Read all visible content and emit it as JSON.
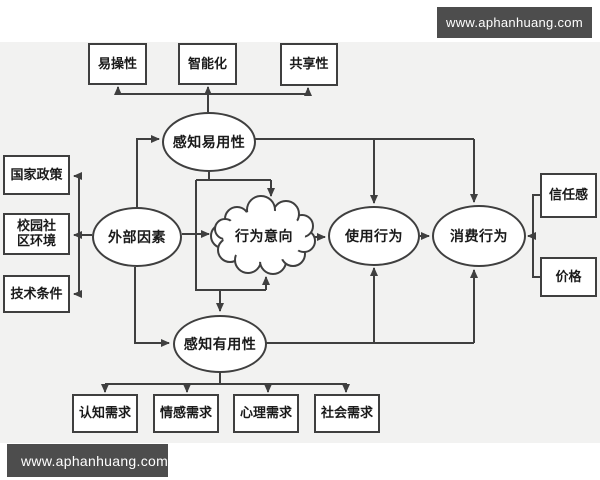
{
  "watermarks": {
    "top_right": "www.aphanhuang.com",
    "bottom_left": "www.aphanhuang.com"
  },
  "colors": {
    "panel_bg": "#f2f2f1",
    "line": "#3f3f3f",
    "node_bg": "#ffffff",
    "text": "#1a1a1a",
    "watermark_bg": "#4d4d4d",
    "watermark_text": "#ffffff"
  },
  "diagram": {
    "nodes": {
      "yicaoxing": {
        "label": "易操性",
        "shape": "rect"
      },
      "zhinenghua": {
        "label": "智能化",
        "shape": "rect"
      },
      "gongxiangxing": {
        "label": "共享性",
        "shape": "rect"
      },
      "guojiazhengce": {
        "label": "国家政策",
        "shape": "rect"
      },
      "xiaoyuanshequ": {
        "label": "校园社区环境",
        "shape": "rect"
      },
      "jishutiaojian": {
        "label": "技术条件",
        "shape": "rect"
      },
      "ganzhiyiyongxing": {
        "label": "感知易用性",
        "shape": "ellipse"
      },
      "waibuyinsu": {
        "label": "外部因素",
        "shape": "ellipse"
      },
      "xingweiyixiang": {
        "label": "行为意向",
        "shape": "cloud"
      },
      "shiyongxingwei": {
        "label": "使用行为",
        "shape": "ellipse"
      },
      "xiaofeixingwei": {
        "label": "消费行为",
        "shape": "ellipse"
      },
      "ganzhiyouyongxing": {
        "label": "感知有用性",
        "shape": "ellipse"
      },
      "xinrengan": {
        "label": "信任感",
        "shape": "rect"
      },
      "jiage": {
        "label": "价格",
        "shape": "rect"
      },
      "renzhixuqiu": {
        "label": "认知需求",
        "shape": "rect"
      },
      "qingganxuqiu": {
        "label": "情感需求",
        "shape": "rect"
      },
      "xinlixuqiu": {
        "label": "心理需求",
        "shape": "rect"
      },
      "shehuixuqiu": {
        "label": "社会需求",
        "shape": "rect"
      }
    },
    "edges": [
      {
        "from": "ganzhiyiyongxing",
        "to": "yicaoxing"
      },
      {
        "from": "ganzhiyiyongxing",
        "to": "zhinenghua"
      },
      {
        "from": "ganzhiyiyongxing",
        "to": "gongxiangxing"
      },
      {
        "from": "waibuyinsu",
        "to": "guojiazhengce"
      },
      {
        "from": "waibuyinsu",
        "to": "xiaoyuanshequ"
      },
      {
        "from": "waibuyinsu",
        "to": "jishutiaojian"
      },
      {
        "from": "waibuyinsu",
        "to": "ganzhiyiyongxing"
      },
      {
        "from": "waibuyinsu",
        "to": "ganzhiyouyongxing"
      },
      {
        "from": "waibuyinsu",
        "to": "xingweiyixiang"
      },
      {
        "from": "ganzhiyiyongxing",
        "to": "xingweiyixiang"
      },
      {
        "from": "ganzhiyiyongxing",
        "to": "ganzhiyouyongxing"
      },
      {
        "from": "ganzhiyouyongxing",
        "to": "xingweiyixiang"
      },
      {
        "from": "ganzhiyiyongxing",
        "to": "shiyongxingwei"
      },
      {
        "from": "ganzhiyiyongxing",
        "to": "xiaofeixingwei"
      },
      {
        "from": "ganzhiyouyongxing",
        "to": "shiyongxingwei"
      },
      {
        "from": "ganzhiyouyongxing",
        "to": "xiaofeixingwei"
      },
      {
        "from": "xingweiyixiang",
        "to": "shiyongxingwei"
      },
      {
        "from": "shiyongxingwei",
        "to": "xiaofeixingwei"
      },
      {
        "from": "xinrengan",
        "to": "xiaofeixingwei"
      },
      {
        "from": "jiage",
        "to": "xiaofeixingwei"
      },
      {
        "from": "ganzhiyouyongxing",
        "to": "renzhixuqiu"
      },
      {
        "from": "ganzhiyouyongxing",
        "to": "qingganxuqiu"
      },
      {
        "from": "ganzhiyouyongxing",
        "to": "xinlixuqiu"
      },
      {
        "from": "ganzhiyouyongxing",
        "to": "shehuixuqiu"
      }
    ]
  }
}
